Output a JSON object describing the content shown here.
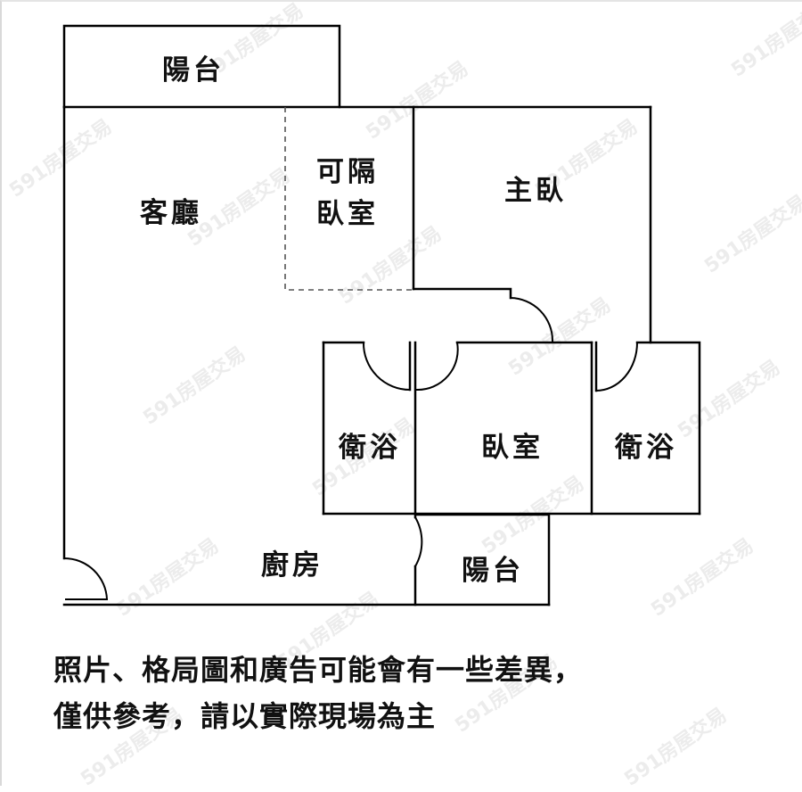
{
  "floor_plan": {
    "rooms": [
      {
        "id": "balcony-top",
        "label": "陽台"
      },
      {
        "id": "living-room",
        "label": "客廳"
      },
      {
        "id": "convertible-bedroom",
        "label_line1": "可隔",
        "label_line2": "臥室"
      },
      {
        "id": "master-bedroom",
        "label": "主臥"
      },
      {
        "id": "bathroom-left",
        "label": "衛浴"
      },
      {
        "id": "bedroom",
        "label": "臥室"
      },
      {
        "id": "bathroom-right",
        "label": "衛浴"
      },
      {
        "id": "kitchen",
        "label": "廚房"
      },
      {
        "id": "balcony-bottom",
        "label": "陽台"
      }
    ],
    "line_color": "#000000",
    "dashed_partition_color": "#555555"
  },
  "disclaimer": {
    "line1": "照片、格局圖和廣告可能會有一些差異，",
    "line2": "僅供參考，請以實際現場為主"
  },
  "watermark": {
    "text": "591房屋交易"
  }
}
